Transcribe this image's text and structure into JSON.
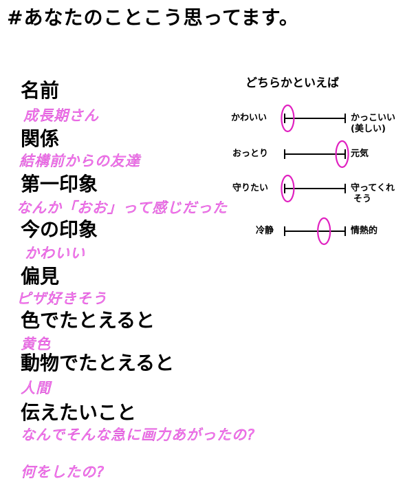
{
  "title": "#あなたのことこう思ってます。",
  "items": [
    {
      "label": "名前",
      "answer": "成長期さん"
    },
    {
      "label": "関係",
      "answer": "結構前からの友達"
    },
    {
      "label": "第一印象",
      "answer": "なんか「おお」って感じだった"
    },
    {
      "label": "今の印象",
      "answer": "かわいい"
    },
    {
      "label": "偏見",
      "answer": "ピザ好きそう"
    },
    {
      "label": "色でたとえると",
      "answer": "黄色"
    },
    {
      "label": "動物でたとえると",
      "answer": "人間"
    },
    {
      "label": "伝えたいこと",
      "answer": "なんでそんな急に画力あがったの?",
      "answer2": "何をしたの?"
    }
  ],
  "scales": {
    "title": "どちらかといえば",
    "rows": [
      {
        "left": "かわいい",
        "right": "かっこいい",
        "right2": "(美しい)",
        "level": 0.05
      },
      {
        "left": "おっとり",
        "right": "元気",
        "level": 0.95
      },
      {
        "left": "守りたい",
        "right": "守ってくれ",
        "right2": "そう",
        "level": 0.05
      },
      {
        "left": "冷静",
        "right": "情熱的",
        "level": 0.65
      }
    ]
  },
  "colors": {
    "answer": "#ff7ef5",
    "marker": "#e020c0"
  }
}
